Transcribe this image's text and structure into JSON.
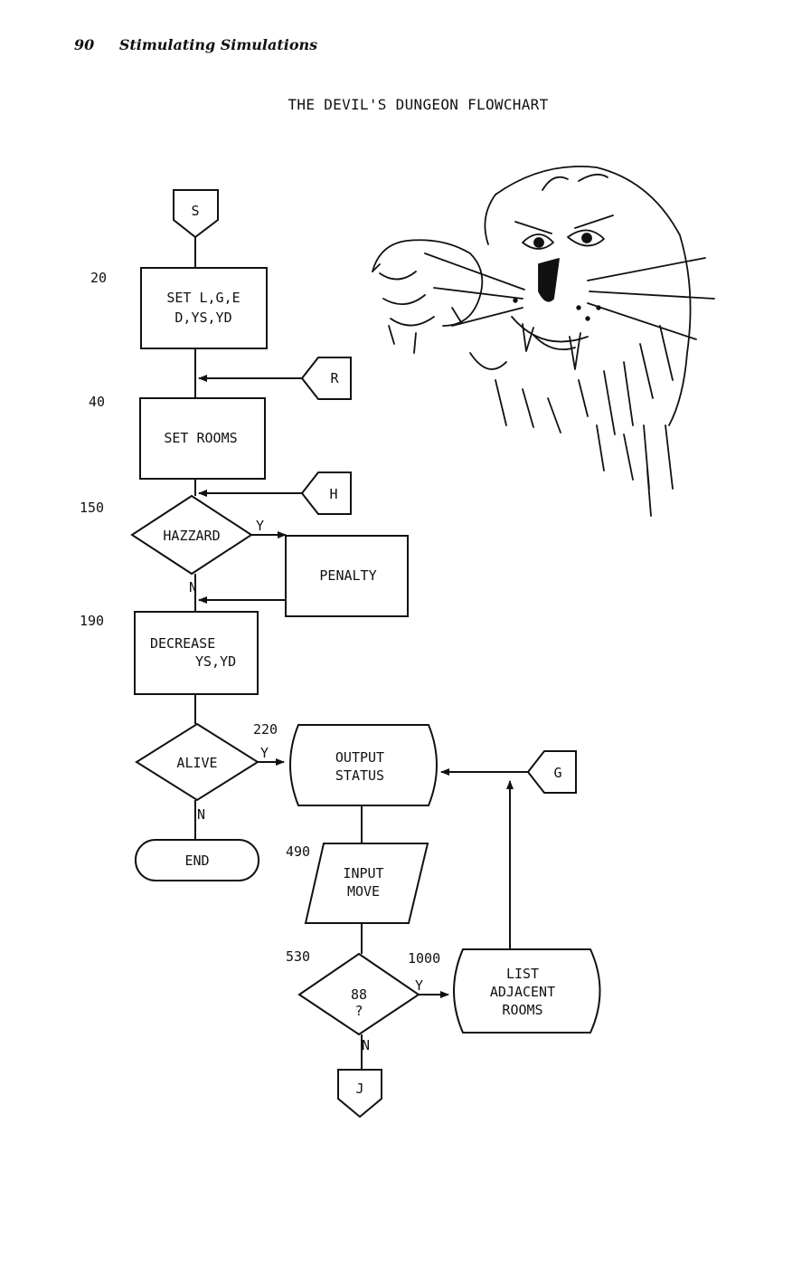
{
  "header": {
    "page_number": "90",
    "book_title": "Stimulating Simulations"
  },
  "title": "THE DEVIL'S DUNGEON FLOWCHART",
  "connectors": {
    "start": "S",
    "r": "R",
    "h": "H",
    "g": "G",
    "j": "J"
  },
  "line_numbers": {
    "n20": "20",
    "n40": "40",
    "n150": "150",
    "n190": "190",
    "n220": "220",
    "n490": "490",
    "n530": "530",
    "n1000": "1000"
  },
  "boxes": {
    "set_vars": {
      "line1": "SET L,G,E",
      "line2": "D,YS,YD"
    },
    "set_rooms": "SET ROOMS",
    "hazzard": "HAZZARD",
    "penalty": "PENALTY",
    "decrease": {
      "line1": "DECREASE",
      "line2": "YS,YD"
    },
    "alive": "ALIVE",
    "output": {
      "line1": "OUTPUT",
      "line2": "STATUS"
    },
    "end": "END",
    "input": {
      "line1": "INPUT",
      "line2": "MOVE"
    },
    "decision88": {
      "line1": "88",
      "line2": "?"
    },
    "list": {
      "line1": "LIST",
      "line2": "ADJACENT",
      "line3": "ROOMS"
    }
  },
  "branch_labels": {
    "hazzard_yes": "Y",
    "hazzard_no": "N",
    "alive_yes": "Y",
    "alive_no": "N",
    "d88_yes": "Y",
    "d88_no": "N"
  },
  "illustration": "devil-cat-sketch"
}
